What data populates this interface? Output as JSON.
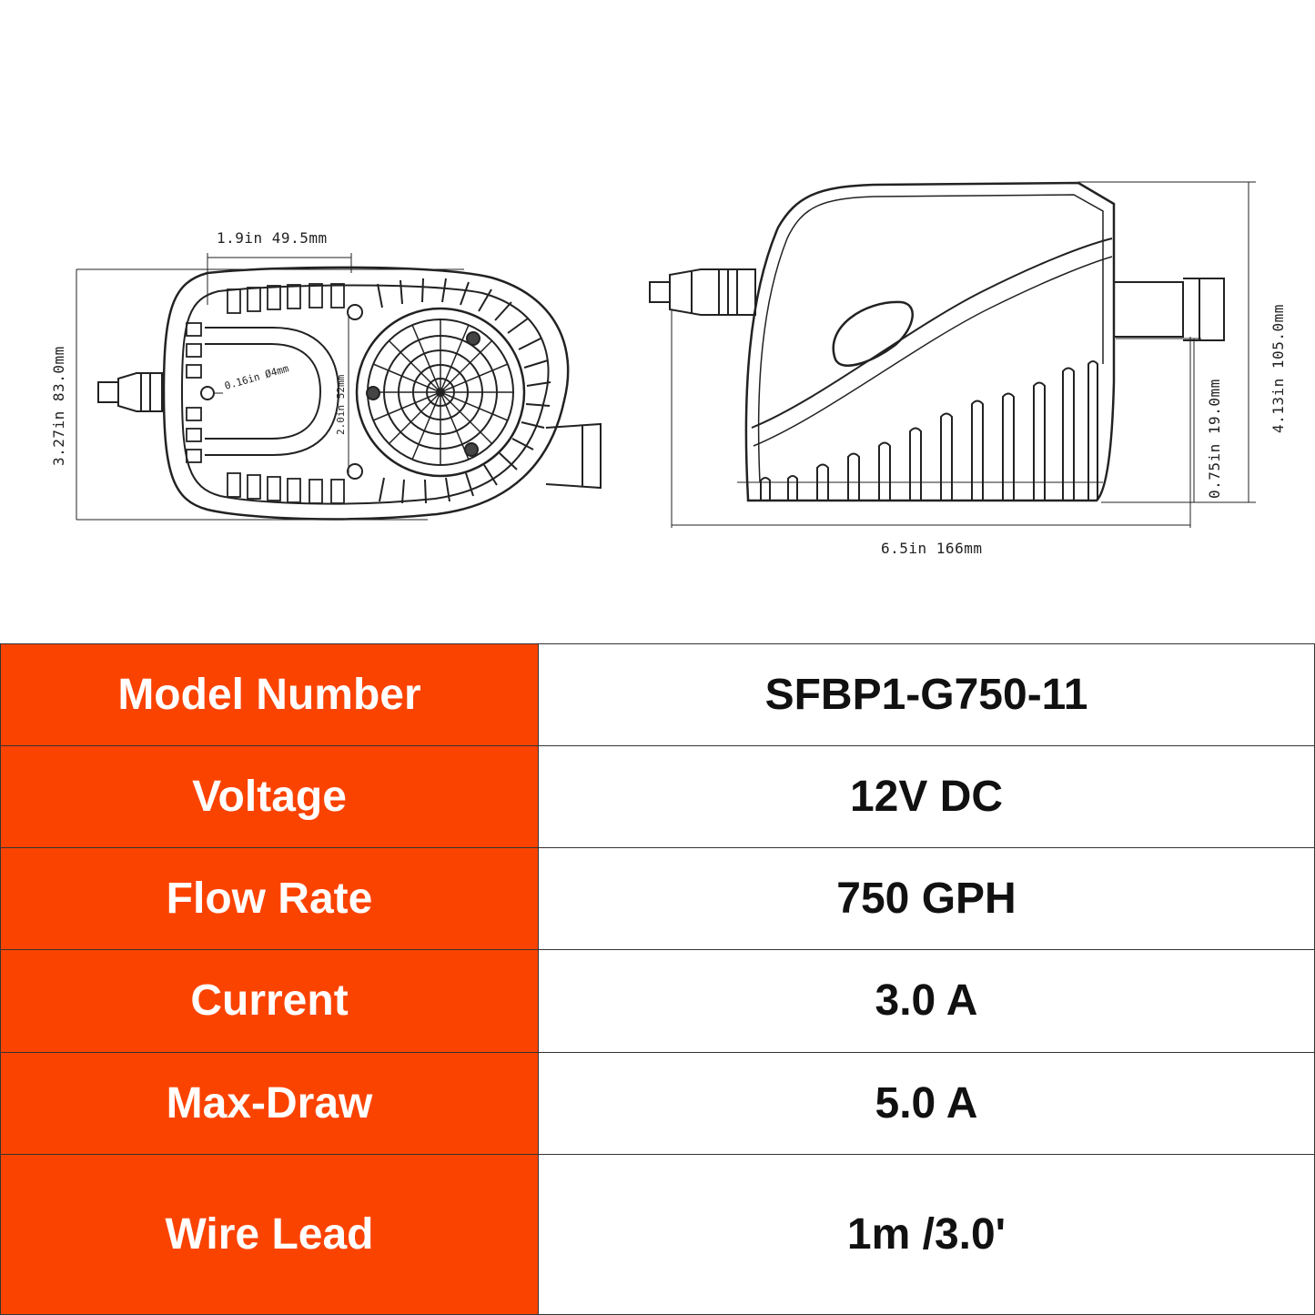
{
  "drawings": {
    "top_view": {
      "width_dim": "1.9in 49.5mm",
      "height_dim": "3.27in 83.0mm",
      "hole_dim": "0.16in Ø4mm",
      "center_dim": "2.0in 52mm"
    },
    "side_view": {
      "length_dim": "6.5in 166mm",
      "height_dim": "4.13in 105.0mm",
      "outlet_dim": "0.75in 19.0mm"
    }
  },
  "colors": {
    "label_bg": "#fb4300",
    "label_text": "#ffffff",
    "value_text": "#111111"
  },
  "specs": [
    {
      "label": "Model Number",
      "value": "SFBP1-G750-11"
    },
    {
      "label": "Voltage",
      "value": "12V DC"
    },
    {
      "label": "Flow Rate",
      "value": "750 GPH"
    },
    {
      "label": "Current",
      "value": "3.0 A"
    },
    {
      "label": "Max-Draw",
      "value": "5.0 A"
    },
    {
      "label": "Wire Lead",
      "value": "1m /3.0'"
    }
  ]
}
